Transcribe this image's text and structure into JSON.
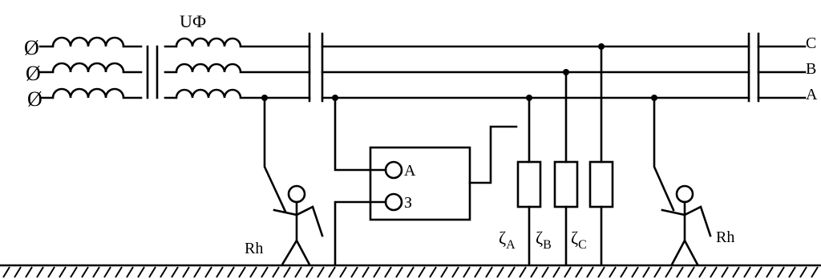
{
  "source_label": "UФ",
  "phase_labels": {
    "c": "C",
    "b": "B",
    "a": "A"
  },
  "device_terminals": {
    "a": "A",
    "ground": "З"
  },
  "impedances": [
    {
      "symbol": "ζ",
      "sub": "A"
    },
    {
      "symbol": "ζ",
      "sub": "B"
    },
    {
      "symbol": "ζ",
      "sub": "C"
    }
  ],
  "body_resistance_left": "Rh",
  "body_resistance_right": "Rh",
  "generator_symbol": "Ø"
}
